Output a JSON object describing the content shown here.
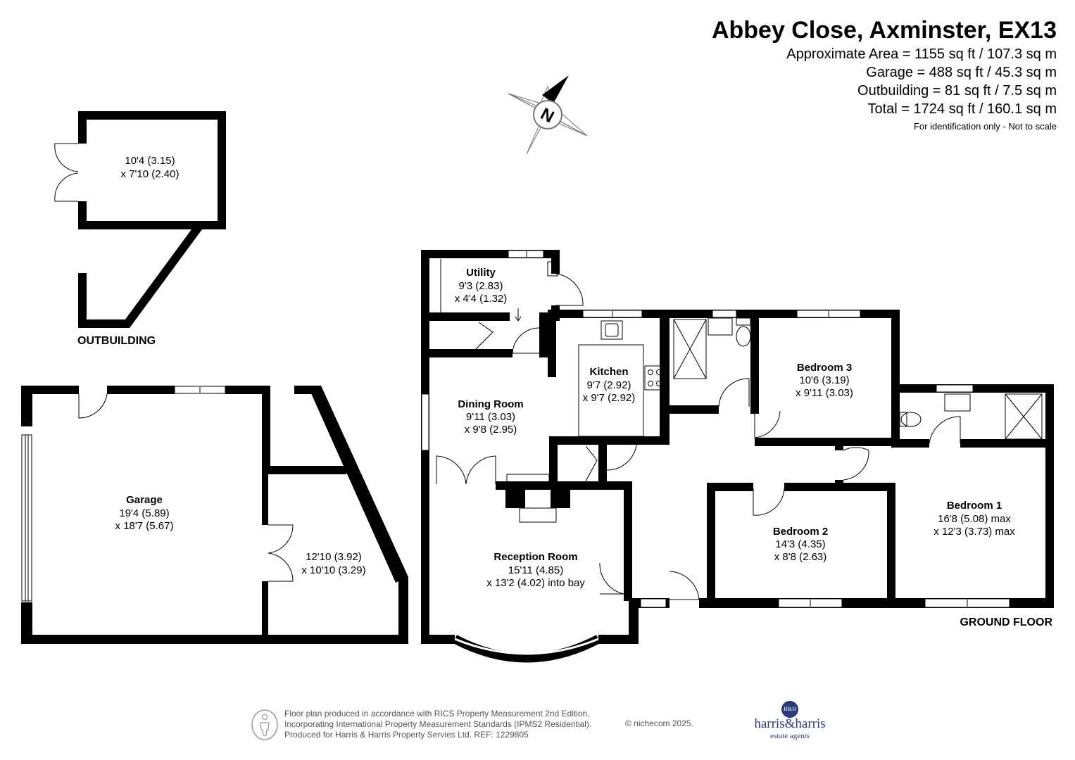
{
  "header": {
    "address": "Abbey Close, Axminster, EX13",
    "areas": [
      "Approximate Area = 1155 sq ft / 107.3 sq m",
      "Garage = 488 sq ft / 45.3 sq m",
      "Outbuilding = 81 sq ft / 7.5 sq m",
      "Total = 1724 sq ft / 160.1 sq m"
    ],
    "note": "For identification only - Not to scale"
  },
  "compass": {
    "label": "N",
    "icon": "north-compass-icon"
  },
  "floors": {
    "outbuilding": "OUTBUILDING",
    "ground": "GROUND FLOOR"
  },
  "rooms": {
    "outbuilding": {
      "name": "",
      "dim1": "10'4 (3.15)",
      "dim2": "x 7'10 (2.40)"
    },
    "garage": {
      "name": "Garage",
      "dim1": "19'4 (5.89)",
      "dim2": "x 18'7 (5.67)"
    },
    "store": {
      "name": "",
      "dim1": "12'10 (3.92)",
      "dim2": "x 10'10 (3.29)"
    },
    "utility": {
      "name": "Utility",
      "dim1": "9'3 (2.83)",
      "dim2": "x 4'4 (1.32)"
    },
    "kitchen": {
      "name": "Kitchen",
      "dim1": "9'7 (2.92)",
      "dim2": "x 9'7 (2.92)"
    },
    "dining": {
      "name": "Dining Room",
      "dim1": "9'11 (3.03)",
      "dim2": "x 9'8 (2.95)"
    },
    "reception": {
      "name": "Reception Room",
      "dim1": "15'11 (4.85)",
      "dim2": "x 13'2 (4.02) into bay"
    },
    "bedroom3": {
      "name": "Bedroom 3",
      "dim1": "10'6 (3.19)",
      "dim2": "x 9'11 (3.03)"
    },
    "bedroom2": {
      "name": "Bedroom 2",
      "dim1": "14'3 (4.35)",
      "dim2": "x 8'8 (2.63)"
    },
    "bedroom1": {
      "name": "Bedroom 1",
      "dim1": "16'8 (5.08) max",
      "dim2": "x 12'3 (3.73) max"
    }
  },
  "footer": {
    "lines": [
      "Floor plan produced in accordance with RICS Property Measurement 2nd Edition,",
      "Incorporating International Property Measurement Standards (IPMS2 Residential).",
      "Produced for Harris & Harris Property Servies Ltd.   REF: 1229805"
    ],
    "copyright": "© nichecom 2025."
  },
  "brand": {
    "seal": "H&H",
    "name": "harris&harris",
    "tagline": "estate agents"
  },
  "colors": {
    "wall": "#000000",
    "brand": "#2b3a7a",
    "footer_text": "#555555"
  }
}
